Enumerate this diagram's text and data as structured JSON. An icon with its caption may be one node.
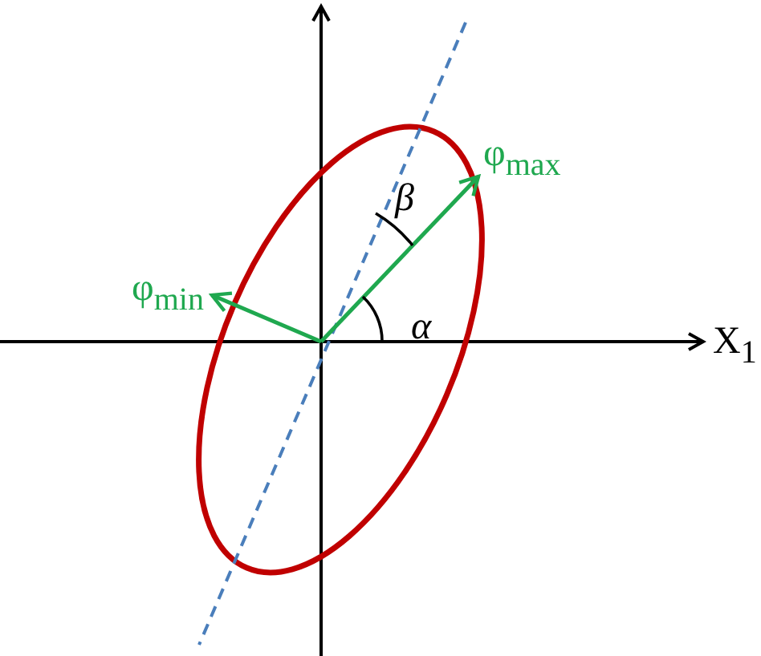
{
  "diagram": {
    "labels": [
      "φ$_{max}$",
      "β",
      "φ$_{min}$",
      "α",
      "X$_{1}$"
    ]
  }
}
